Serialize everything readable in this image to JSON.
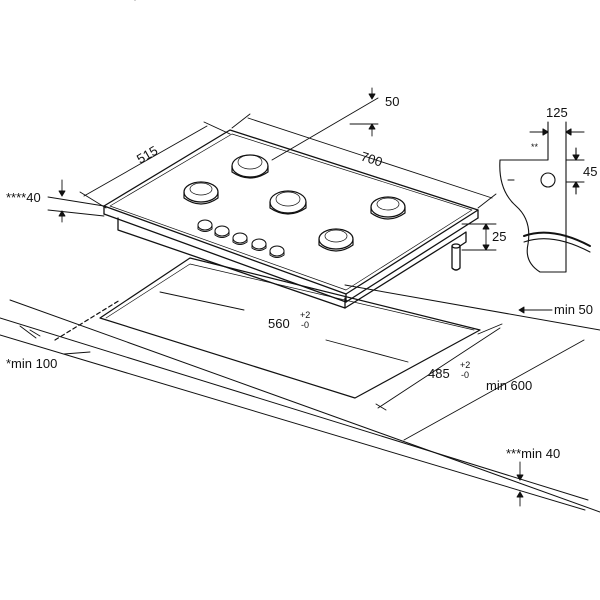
{
  "diagram": {
    "colors": {
      "line": "#111111",
      "background": "#ffffff"
    },
    "labels": {
      "depth": "515",
      "width": "700",
      "top_clearance": "50",
      "front_clearance": "****40",
      "side_gap": "125",
      "side_height": "45",
      "star_mark": "**",
      "thickness": "25",
      "cutout_width": "560",
      "cutout_width_tol_plus": "+2",
      "cutout_width_tol_minus": "-0",
      "cutout_depth": "485",
      "cutout_depth_tol_plus": "+2",
      "cutout_depth_tol_minus": "-0",
      "min_100": "*min 100",
      "min_50": "min 50",
      "min_600": "min 600",
      "min_40": "***min 40"
    }
  }
}
